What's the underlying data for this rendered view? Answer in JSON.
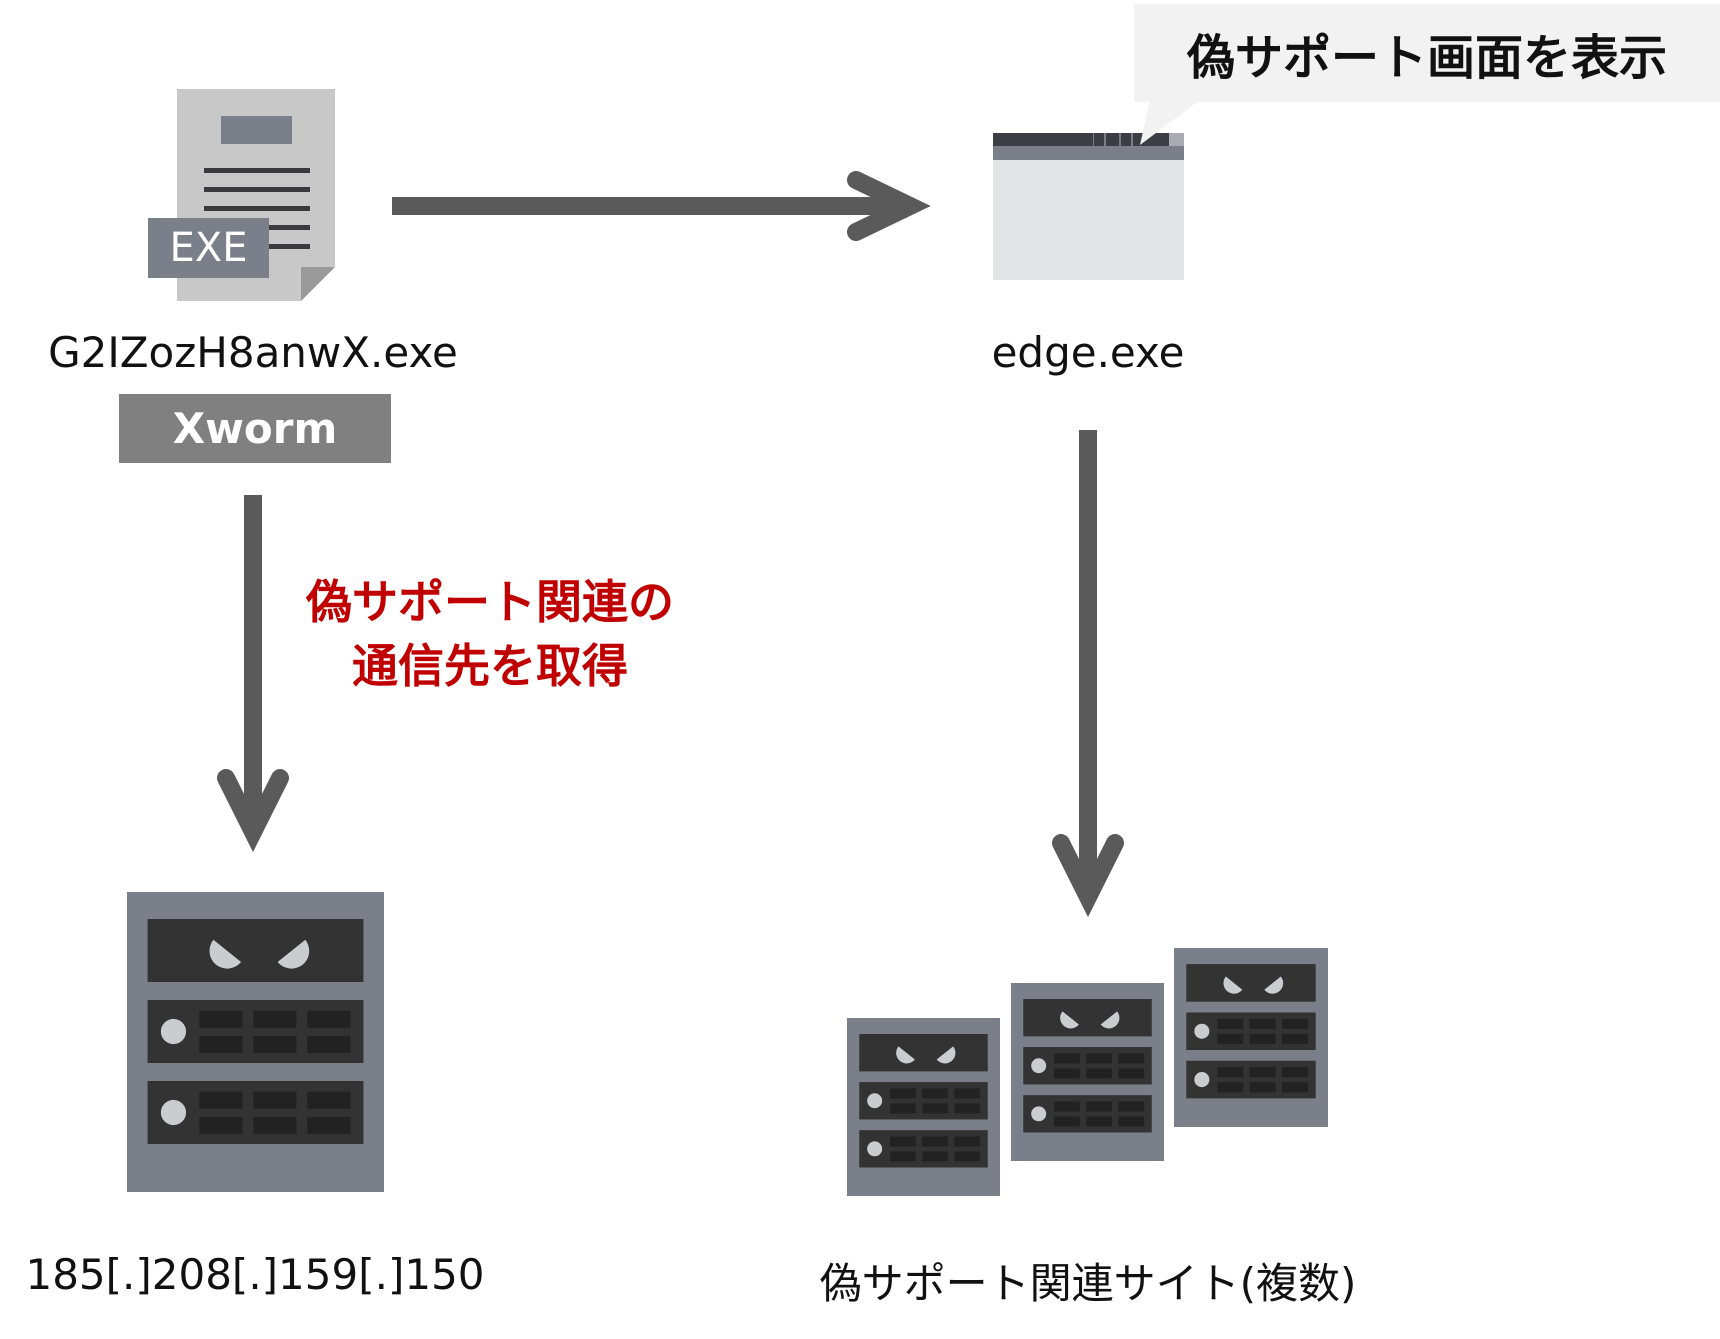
{
  "diagram": {
    "source_file": {
      "icon": "exe-file-icon",
      "icon_label": "EXE",
      "filename": "G2IZozH8anwX.exe",
      "badge": "Xworm"
    },
    "browser": {
      "icon": "browser-window-icon",
      "process_name": "edge.exe",
      "callout": "偽サポート画面を表示"
    },
    "c2_server": {
      "icon": "malicious-server-icon",
      "address": "185[.]208[.]159[.]150"
    },
    "edge_label": {
      "lines": [
        "偽サポート関連の",
        "通信先を取得"
      ]
    },
    "fake_sites": {
      "icon": "malicious-servers-icon",
      "label": "偽サポート関連サイト(複数)",
      "count": 3
    },
    "edges": [
      {
        "from": "source_file",
        "to": "browser",
        "icon": "arrow-right-icon"
      },
      {
        "from": "source_file",
        "to": "c2_server",
        "icon": "arrow-down-icon"
      },
      {
        "from": "browser",
        "to": "fake_sites",
        "icon": "arrow-down-icon"
      }
    ],
    "colors": {
      "arrow": "#5a5a5a",
      "accent_text": "#c00000",
      "server_frame": "#7b7f89",
      "server_panel": "#333333",
      "badge": "#808080",
      "bubble": "#f2f2f2"
    }
  }
}
